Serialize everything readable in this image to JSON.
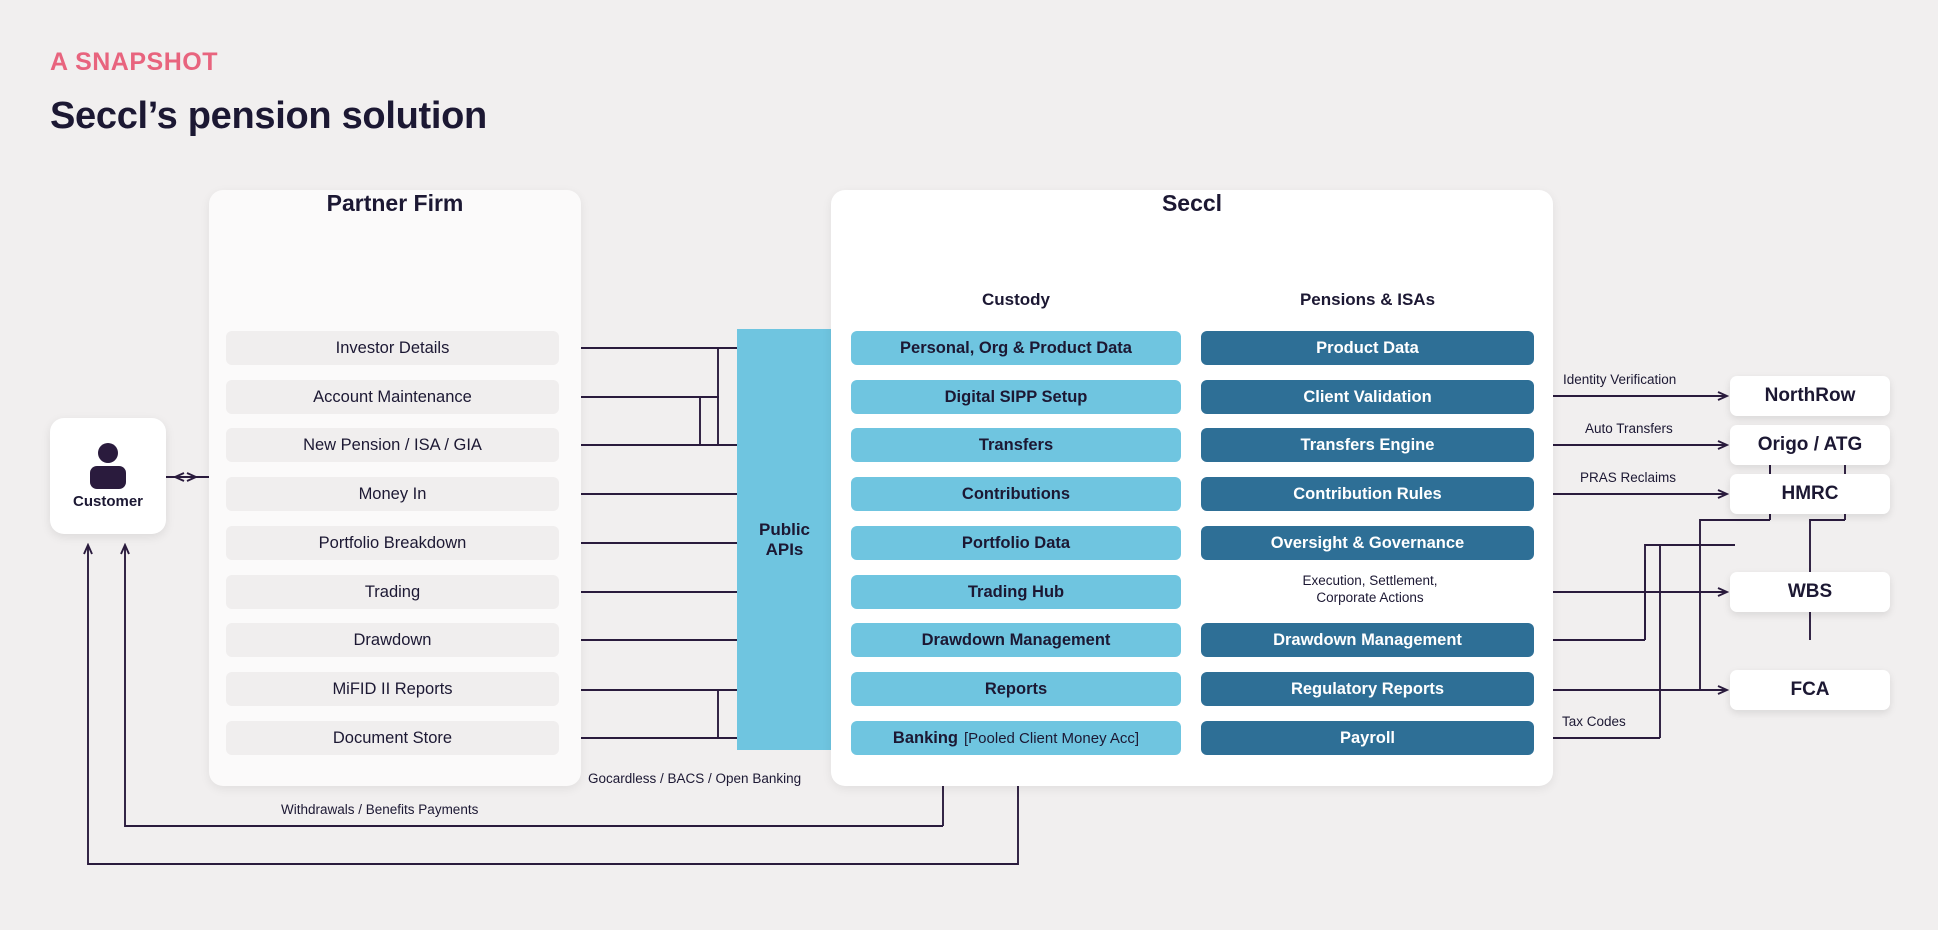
{
  "header": {
    "eyebrow": "A SNAPSHOT",
    "headline": "Seccl’s pension solution"
  },
  "colors": {
    "background": "#f1efef",
    "accent_pink": "#e8647e",
    "light_blue": "#6fc5e0",
    "dark_blue": "#2e6f96",
    "ink": "#1c1833",
    "wire": "#2a1b3d"
  },
  "customer": {
    "label": "Customer",
    "icon": "person-icon"
  },
  "partner_firm": {
    "title": "Partner Firm",
    "rows": [
      "Investor Details",
      "Account Maintenance",
      "New Pension / ISA / GIA",
      "Money In",
      "Portfolio Breakdown",
      "Trading",
      "Drawdown",
      "MiFID II Reports",
      "Document Store"
    ]
  },
  "public_apis": {
    "line1": "Public",
    "line2": "APIs"
  },
  "seccl": {
    "title": "Seccl",
    "columns": [
      {
        "heading": "Custody",
        "rows": [
          {
            "label": "Personal, Org & Product Data",
            "sub": ""
          },
          {
            "label": "Digital SIPP Setup",
            "sub": ""
          },
          {
            "label": "Transfers",
            "sub": ""
          },
          {
            "label": "Contributions",
            "sub": ""
          },
          {
            "label": "Portfolio Data",
            "sub": ""
          },
          {
            "label": "Trading Hub",
            "sub": ""
          },
          {
            "label": "Drawdown Management",
            "sub": ""
          },
          {
            "label": "Reports",
            "sub": ""
          },
          {
            "label": "Banking",
            "sub": "[Pooled Client Money Acc]"
          }
        ]
      },
      {
        "heading": "Pensions & ISAs",
        "rows": [
          {
            "label": "Product Data",
            "sub": ""
          },
          {
            "label": "Client Validation",
            "sub": ""
          },
          {
            "label": "Transfers Engine",
            "sub": ""
          },
          {
            "label": "Contribution Rules",
            "sub": ""
          },
          {
            "label": "Oversight & Governance",
            "sub": ""
          },
          {
            "label": "Drawdown Management",
            "sub": ""
          },
          {
            "label": "Regulatory Reports",
            "sub": ""
          },
          {
            "label": "Payroll",
            "sub": ""
          }
        ]
      }
    ]
  },
  "external": [
    {
      "name": "NorthRow"
    },
    {
      "name": "Origo / ATG"
    },
    {
      "name": "HMRC"
    },
    {
      "name": "WBS"
    },
    {
      "name": "FCA"
    }
  ],
  "edge_labels": {
    "identity_verification": "Identity Verification",
    "auto_transfers": "Auto Transfers",
    "pras_reclaims": "PRAS Reclaims",
    "execution_settlement_l1": "Execution, Settlement,",
    "execution_settlement_l2": "Corporate Actions",
    "tax_codes": "Tax Codes",
    "gocardless": "Gocardless / BACS / Open Banking",
    "withdrawals": "Withdrawals / Benefits Payments"
  }
}
